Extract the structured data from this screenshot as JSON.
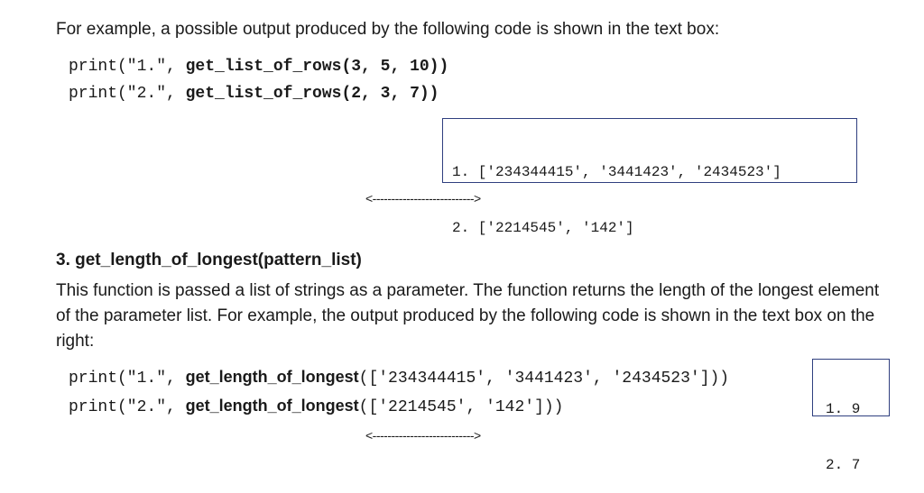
{
  "intro": "For example, a possible output produced by the following code is shown in the text box:",
  "example1": {
    "code": [
      {
        "prefix": "print(\"1.\", ",
        "call": "get_list_of_rows(3, 5, 10))"
      },
      {
        "prefix": "print(\"2.\", ",
        "call": "get_list_of_rows(2, 3, 7))"
      }
    ],
    "output": [
      "1. ['234344415', '3441423', '2434523']",
      "2. ['2214545', '142']"
    ],
    "arrow": "<--------------------------->"
  },
  "section3": {
    "heading": "3. get_length_of_longest(pattern_list)",
    "paragraph": "This function is passed a list of strings as a parameter.  The function returns the length of the longest element of the parameter list.  For example, the output produced by the following code is shown in the text box on the right:"
  },
  "example2": {
    "code": [
      {
        "prefix": "print(\"1.\", ",
        "fn": "get_length_of_longest",
        "args": "(['234344415', '3441423', '2434523']))"
      },
      {
        "prefix": "print(\"2.\", ",
        "fn": "get_length_of_longest",
        "args": "(['2214545', '142']))"
      }
    ],
    "output": [
      "1. 9",
      "2. 7"
    ],
    "arrow": "<--------------------------->"
  }
}
